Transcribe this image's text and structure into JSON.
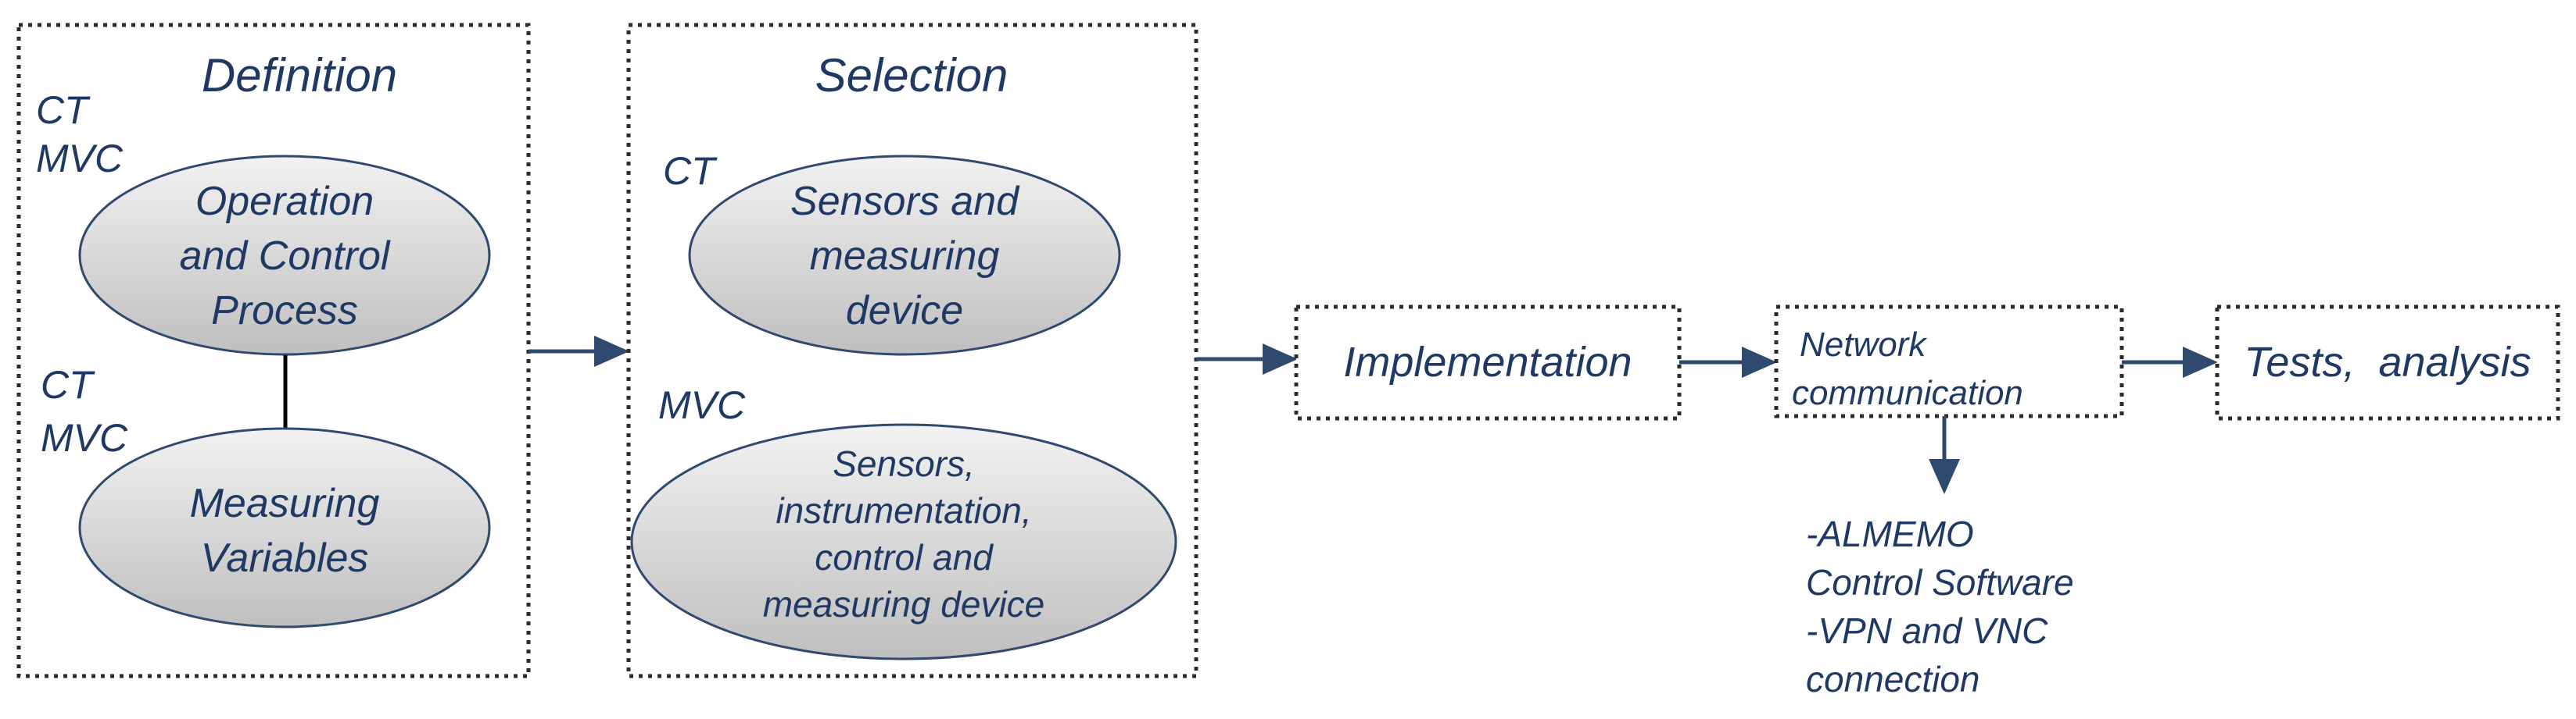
{
  "diagram": {
    "definition": {
      "title": "Definition",
      "tag1_line1": "CT",
      "tag1_line2": "MVC",
      "ellipse1": [
        "Operation",
        "and Control",
        "Process"
      ],
      "tag2_line1": "CT",
      "tag2_line2": "MVC",
      "ellipse2": [
        "Measuring",
        "Variables"
      ]
    },
    "selection": {
      "title": "Selection",
      "tag1": "CT",
      "ellipse1": [
        "Sensors and",
        "measuring",
        "device"
      ],
      "tag2": "MVC",
      "ellipse2": [
        "Sensors,",
        "instrumentation,",
        "control and",
        "measuring device"
      ]
    },
    "implementation": "Implementation",
    "network": [
      "Network",
      "communication"
    ],
    "notes": [
      "-ALMEMO",
      "Control Software",
      "-VPN and VNC",
      "connection"
    ],
    "tests": "Tests,  analysis",
    "colors": {
      "text": "#1f3864",
      "arrow": "#2f4a6e",
      "ellipse_fill_light": "#f2f2f2",
      "ellipse_fill_dark": "#bfbfbf"
    }
  }
}
